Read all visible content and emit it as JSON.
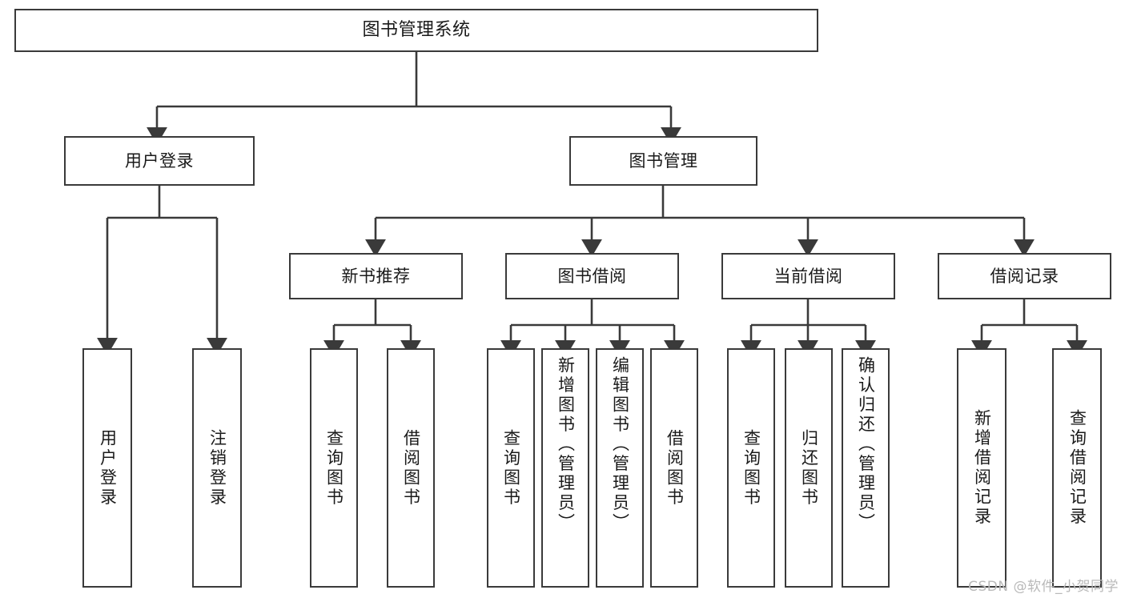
{
  "diagram": {
    "title": "图书管理系统",
    "type": "tree-hierarchy",
    "watermark": "CSDN @软件_小贺同学",
    "colors": {
      "background": "#ffffff",
      "node_border": "#3a3a3a",
      "node_fill": "#ffffff",
      "edge": "#3a3a3a",
      "text": "#1a1a1a",
      "watermark": "#b9b9b9"
    },
    "nodes": {
      "root": {
        "label": "图书管理系统"
      },
      "level2": [
        {
          "id": "user-login",
          "label": "用户登录"
        },
        {
          "id": "book-manage",
          "label": "图书管理"
        }
      ],
      "level3": [
        {
          "id": "new-book-recommend",
          "label": "新书推荐"
        },
        {
          "id": "book-borrow",
          "label": "图书借阅"
        },
        {
          "id": "current-borrow",
          "label": "当前借阅"
        },
        {
          "id": "borrow-record",
          "label": "借阅记录"
        }
      ],
      "leaves": {
        "user-login": [
          {
            "id": "leaf-user-login",
            "label": "用户登录"
          },
          {
            "id": "leaf-logout-login",
            "label": "注销登录"
          }
        ],
        "new-book-recommend": [
          {
            "id": "leaf-query-book-1",
            "label": "查询图书"
          },
          {
            "id": "leaf-borrow-book-1",
            "label": "借阅图书"
          }
        ],
        "book-borrow": [
          {
            "id": "leaf-query-book-2",
            "label": "查询图书"
          },
          {
            "id": "leaf-add-book",
            "label": "新增图书（管理员）"
          },
          {
            "id": "leaf-edit-book",
            "label": "编辑图书（管理员）"
          },
          {
            "id": "leaf-borrow-book-2",
            "label": "借阅图书"
          }
        ],
        "current-borrow": [
          {
            "id": "leaf-query-book-3",
            "label": "查询图书"
          },
          {
            "id": "leaf-return-book",
            "label": "归还图书"
          },
          {
            "id": "leaf-confirm-return",
            "label": "确认归还（管理员）"
          }
        ],
        "borrow-record": [
          {
            "id": "leaf-add-record",
            "label": "新增借阅记录"
          },
          {
            "id": "leaf-query-record",
            "label": "查询借阅记录"
          }
        ]
      }
    }
  }
}
